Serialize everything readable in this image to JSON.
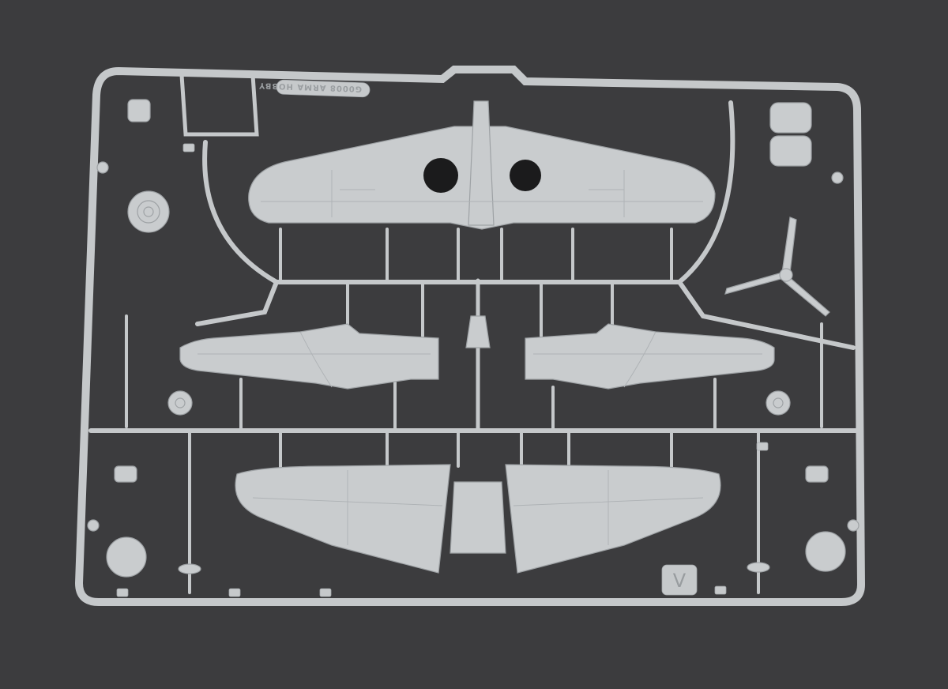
{
  "photo": {
    "subject": "plastic model kit sprue",
    "sprue_marking": "G0008 ARMA HOBBY",
    "letter_tag": "V",
    "colors": {
      "background": "#3c3c3e",
      "plastic": "#c9ccce",
      "plastic_edge": "#9ea2a5"
    }
  }
}
